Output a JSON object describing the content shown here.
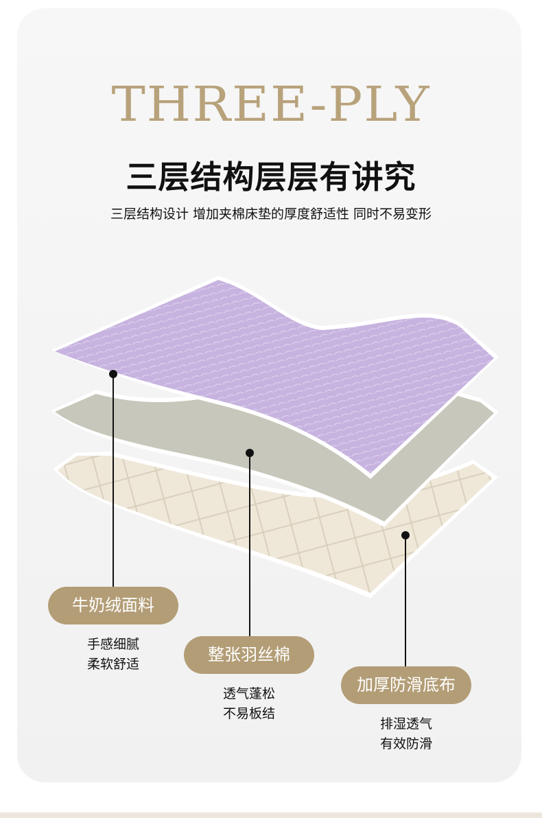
{
  "header": {
    "eyebrow": "THREE-PLY",
    "title": "三层结构层层有讲究",
    "subtitle": "三层结构设计 增加夹棉床垫的厚度舒适性 同时不易变形"
  },
  "layers": [
    {
      "label": "牛奶绒面料",
      "caption_line1": "手感细腻",
      "caption_line2": "柔软舒适"
    },
    {
      "label": "整张羽丝棉",
      "caption_line1": "透气蓬松",
      "caption_line2": "不易板结"
    },
    {
      "label": "加厚防滑底布",
      "caption_line1": "排湿透气",
      "caption_line2": "有效防滑"
    }
  ],
  "colors": {
    "accent": "#b39d76",
    "top_layer": "#c9b6e0",
    "middle_layer": "#c8c7bb",
    "bottom_layer": "#efe8d9"
  }
}
